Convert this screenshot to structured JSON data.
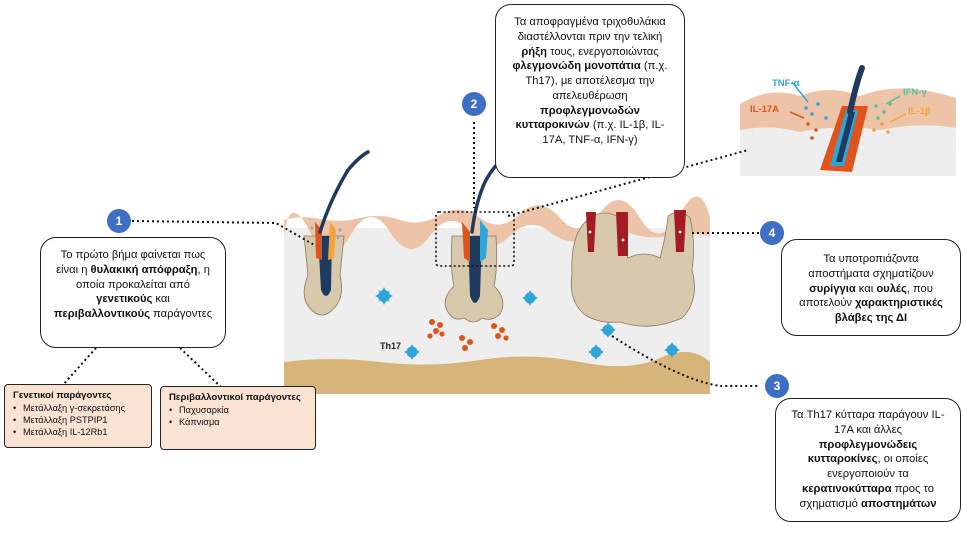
{
  "badges": [
    "1",
    "2",
    "3",
    "4"
  ],
  "callout1": {
    "pre1": "Το πρώτο βήμα φαίνεται πως είναι η ",
    "b1": "θυλακική απόφραξη",
    "mid1": ", η οποία προκαλείται από ",
    "b2": "γενετικούς",
    "mid2": " και ",
    "b3": "περιβαλλοντικούς",
    "post": " παράγοντες"
  },
  "callout2": {
    "pre1": "Τα αποφραγμένα τριχοθυλάκια διαστέλλονται πριν την τελική ",
    "b1": "ρήξη",
    "mid1": " τους, ενεργοποιώντας ",
    "b2": "φλεγμονώδη μονοπάτια",
    "mid2": " (π.χ. Th17), με αποτέλεσμα την απελευθέρωση ",
    "b3": "προφλεγμονωδών κυτταροκινών",
    "post": " (π.χ. IL-1β, IL-17A, TNF-α, IFN-γ)"
  },
  "callout3": {
    "pre1": "Τα Th17 κύτταρα παράγουν IL-17A και άλλες ",
    "b1": "προφλεγμονώδεις κυτταροκίνες",
    "mid1": ", οι οποίες ενεργοποιούν τα ",
    "b2": "κερατινοκύτταρα",
    "mid2": " προς το σχηματισμό ",
    "b3": "αποστημάτων",
    "post": ""
  },
  "callout4": {
    "pre1": "Τα υποτροπιάζοντα αποστήματα σχηματίζουν ",
    "b1": "συρίγγια",
    "mid1": " και ",
    "b2": "ουλές",
    "mid2": ", που αποτελούν ",
    "b3": "χαρακτηριστικές βλάβες της ΔΙ",
    "post": ""
  },
  "genetic": {
    "title": "Γενετικοί παράγοντες",
    "items": [
      "Μετάλλαξη γ-σεκρετάσης",
      "Μετάλλαξη PSTPIP1",
      "Μετάλλαξη IL-12Rb1"
    ]
  },
  "environmental": {
    "title": "Περιβαλλοντικοί παράγοντες",
    "items": [
      "Παχυσαρκία",
      "Κάπνισμα"
    ]
  },
  "cytokines": {
    "tnf": "TNF-α",
    "ifn": "IFN-γ",
    "il17": "IL-17A",
    "il1": "IL-1β"
  },
  "cell_label": "Th17",
  "colors": {
    "badge": "#3f6fc4",
    "tnf": "#2fa6da",
    "ifn": "#5fbf9c",
    "il17": "#e0541b",
    "il1": "#f2a33a",
    "hair": "#1f3a5f",
    "epidermis": "#edc4a7",
    "dermis": "#eeeeee",
    "subcutis": "#d7b47a",
    "tunnel": "#a31c24"
  }
}
